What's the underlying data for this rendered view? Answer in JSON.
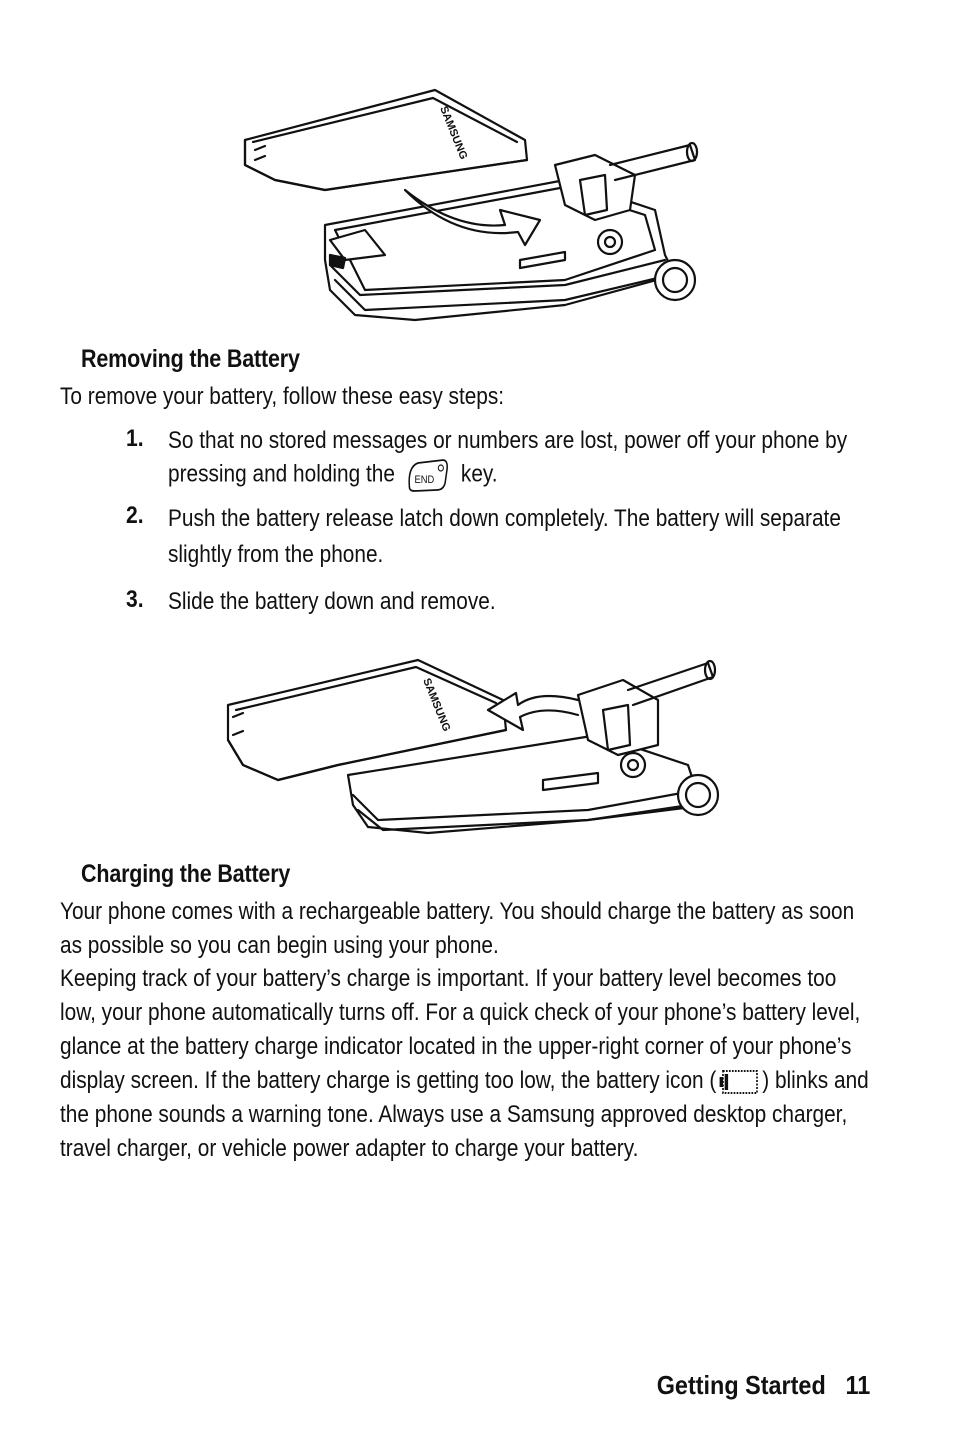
{
  "illustrations": {
    "top": {
      "icon": "battery-removal-illustration",
      "brand": "SAMSUNG"
    },
    "bottom": {
      "icon": "battery-slide-illustration",
      "brand": "SAMSUNG"
    }
  },
  "section_remove": {
    "title": "Removing the Battery",
    "intro": "To remove your battery, follow these easy steps:",
    "steps": [
      {
        "num": "1.",
        "before": "So that no stored messages or numbers are lost, power off your phone by pressing and holding the",
        "after": "key.",
        "key_label": "END"
      },
      {
        "num": "2.",
        "text": "Push the battery release latch down completely. The battery will separate slightly from the phone."
      },
      {
        "num": "3.",
        "text": "Slide the battery down and remove."
      }
    ]
  },
  "section_charge": {
    "title": "Charging the Battery",
    "para1": "Your phone comes with a rechargeable battery. You should charge the battery as soon as possible so you can begin using your phone.",
    "para2_before": "Keeping track of your battery’s charge is important. If your battery level becomes too low, your phone automatically turns off. For a quick check of your phone’s battery level, glance at the battery charge indicator located in the upper-right corner of your phone’s display screen. If the battery charge is getting too low, the battery icon (",
    "para2_after": ") blinks and the phone sounds a warning tone. Always use a Samsung approved desktop charger, travel charger, or vehicle power adapter to charge your battery."
  },
  "footer": {
    "section": "Getting Started",
    "page": "11"
  }
}
